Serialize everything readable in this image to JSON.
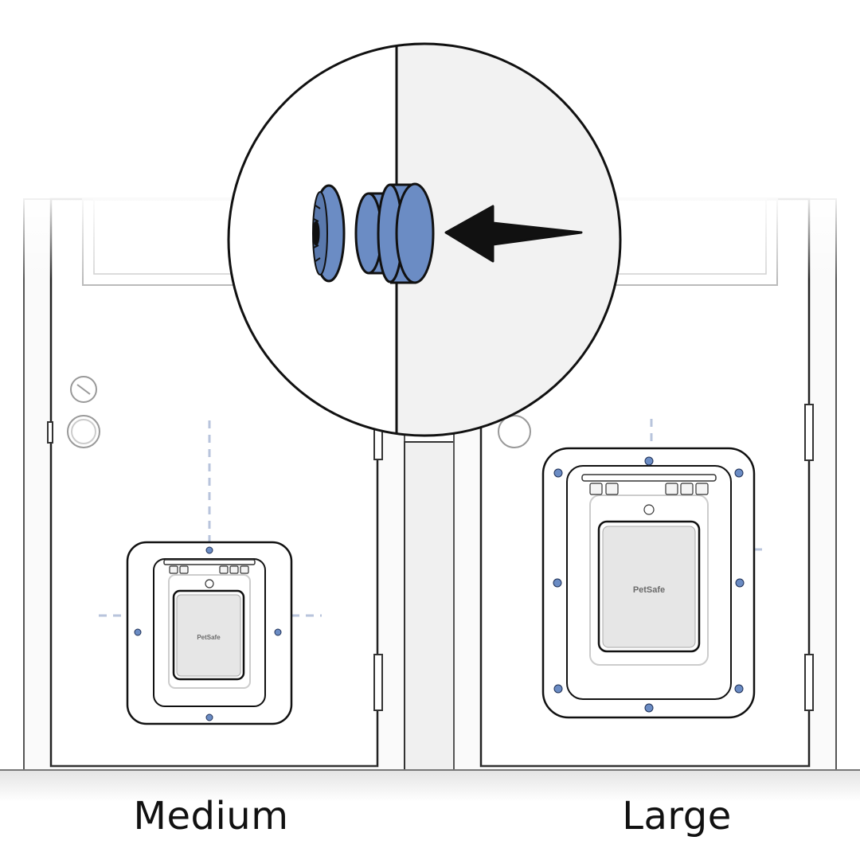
{
  "labels": {
    "medium": "Medium",
    "large": "Large"
  },
  "brand": "PetSafe",
  "colors": {
    "accent_blue": "#6b8cc4",
    "outline": "#111111",
    "door_gray": "#f2f2f2",
    "flap_gray": "#e6e6e6",
    "guide_dash": "#b8c4dc"
  }
}
